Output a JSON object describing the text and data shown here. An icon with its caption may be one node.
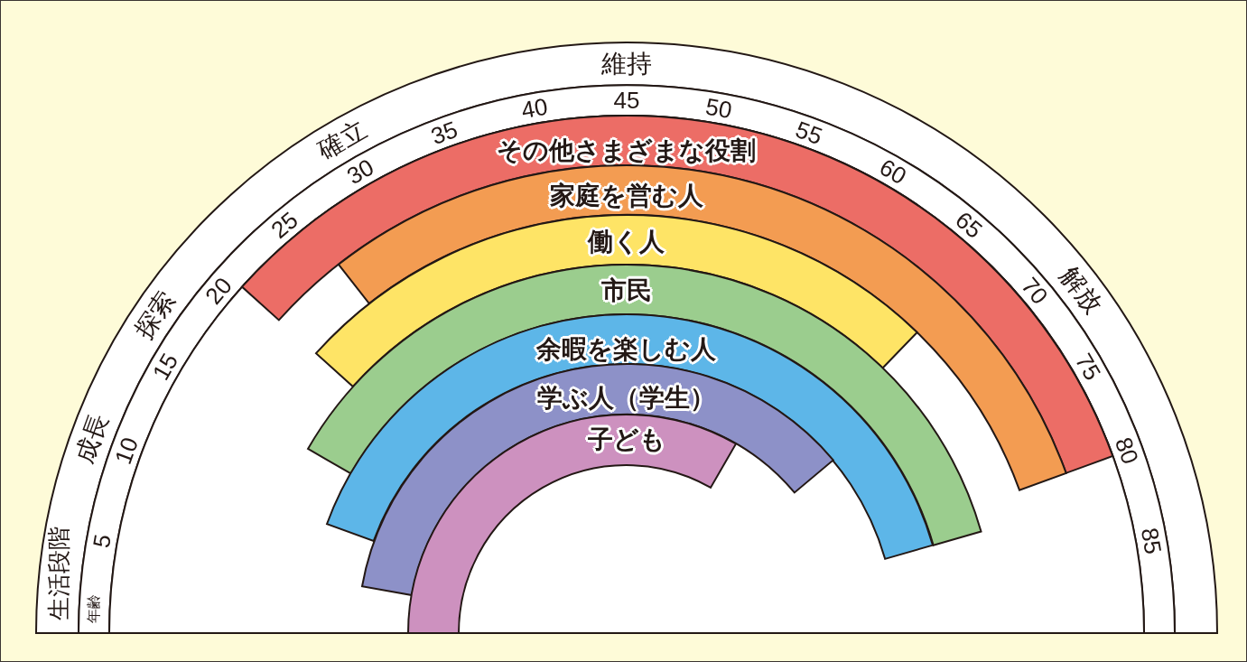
{
  "diagram": {
    "nodes": [
      {
        "text": [
          "その他さまざまな役割"
        ]
      },
      {
        "text": [
          "家庭を営む人"
        ]
      },
      {
        "text": [
          "働く人"
        ]
      },
      {
        "text": [
          "市民"
        ]
      },
      {
        "text": [
          "余暇を楽しむ人"
        ]
      },
      {
        "text": [
          "学ぶ人（学生）"
        ]
      },
      {
        "text": [
          "子ども"
        ]
      }
    ],
    "labels": [
      "生活段階",
      "成長",
      "探索",
      "確立",
      "維持",
      "解放",
      "年齢",
      "5",
      "10",
      "15",
      "20",
      "25",
      "30",
      "35",
      "40",
      "45",
      "50",
      "55",
      "60",
      "65",
      "70",
      "75",
      "80",
      "85"
    ]
  }
}
